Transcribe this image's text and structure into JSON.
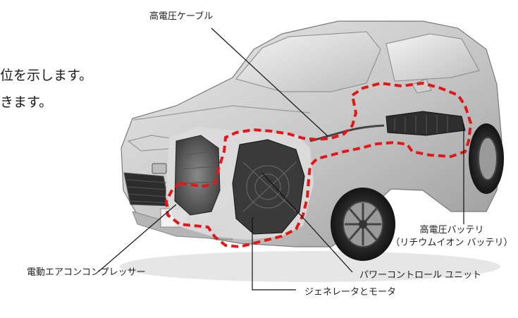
{
  "body_text": {
    "line1": "位を示します。",
    "line2": "きます。"
  },
  "labels": {
    "high_voltage_cable": "高電圧ケーブル",
    "high_voltage_battery_line1": "高電圧バッテリ",
    "high_voltage_battery_line2": "（リチウムイオン バッテリ）",
    "electric_ac_compressor": "電動エアコンコンプレッサー",
    "power_control_unit": "パワーコントロール ユニット",
    "generator_and_motor": "ジェネレータとモータ"
  }
}
